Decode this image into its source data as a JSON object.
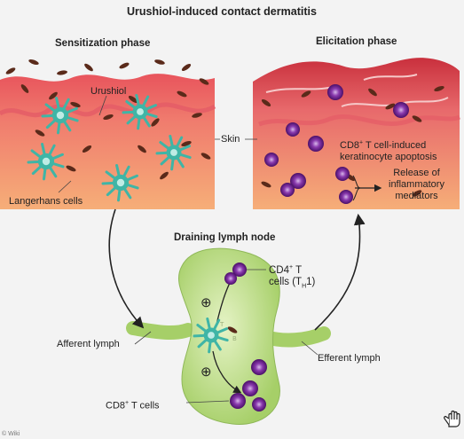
{
  "title": "Urushiol-induced contact dermatitis",
  "phases": {
    "sensitization": "Sensitization phase",
    "elicitation": "Elicitation phase"
  },
  "labels": {
    "urushiol": "Urushiol",
    "skin": "Skin",
    "langerhans": "Langerhans cells",
    "apoptosis_line1": "CD8",
    "apoptosis_line1_sup": "+",
    "apoptosis_line1_rest": " T cell-induced",
    "apoptosis_line2": "keratinocyte apoptosis",
    "release_line1": "Release of",
    "release_line2": "inflammatory",
    "release_line3": "mediators",
    "lymph_node": "Draining lymph node",
    "cd4_line1": "CD4",
    "cd4_sup": "+",
    "cd4_rest": " T",
    "cd4_line2": "cells (T",
    "cd4_sub": "H",
    "cd4_end": "1)",
    "afferent": "Afferent lymph",
    "efferent": "Efferent lymph",
    "cd8": "CD8",
    "cd8_sup": "+",
    "cd8_rest": " T cells",
    "plus1": "⊕",
    "plus2": "⊕",
    "corner": "© Wiki"
  },
  "colors": {
    "skin_light": "#f2a46e",
    "skin_pink": "#ef6f73",
    "skin_inflamed": "#d9404a",
    "langerhans": "#3fb5a6",
    "tcell": "#6a1d8a",
    "tcell_light": "#b07ad0",
    "node": "#b9db7e",
    "urushiol": "#5a2a1a"
  }
}
